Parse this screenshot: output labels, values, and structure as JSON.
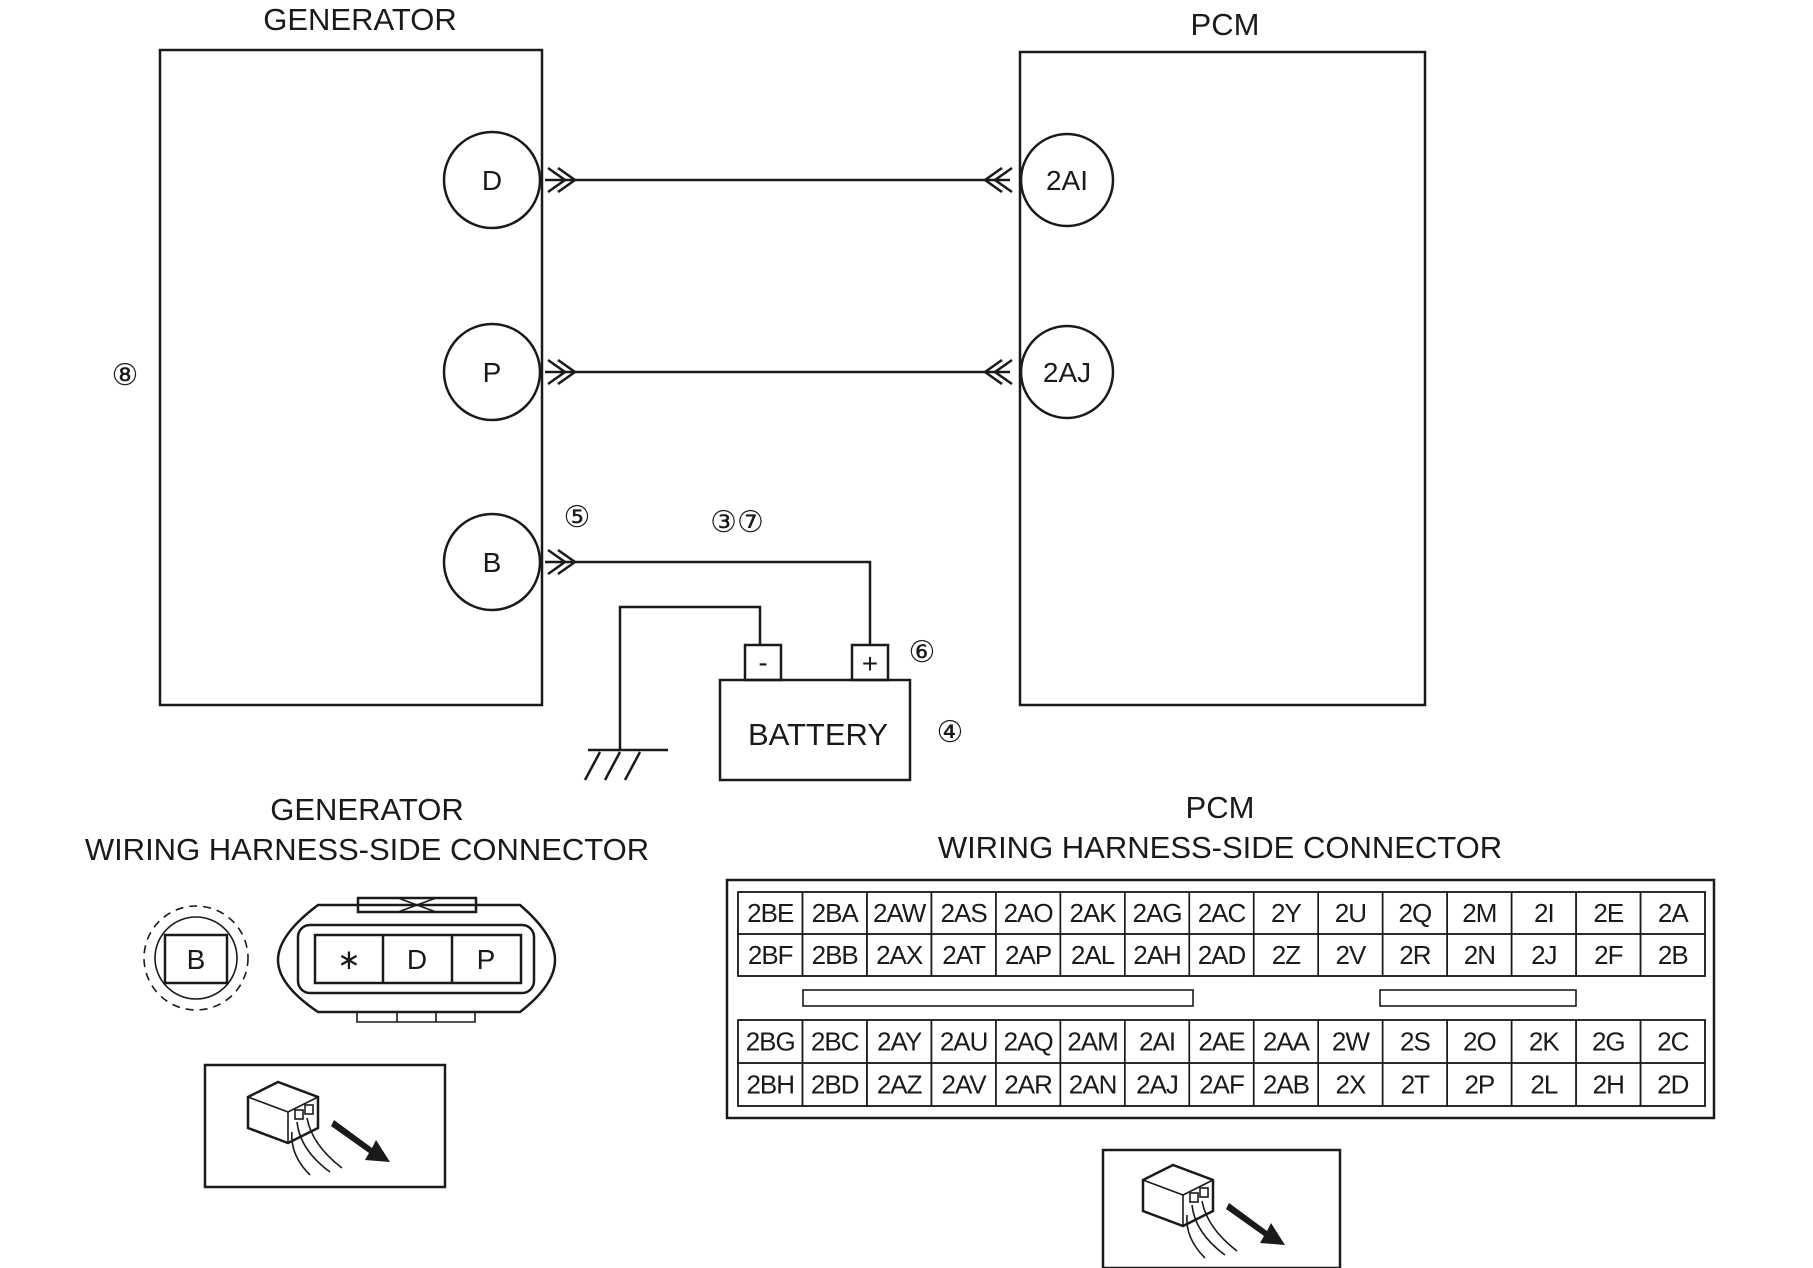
{
  "wiring": {
    "generator_title": "GENERATOR",
    "pcm_title": "PCM",
    "generator_pins": [
      "D",
      "P",
      "B"
    ],
    "pcm_pins": [
      "2AI",
      "2AJ"
    ],
    "battery_label": "BATTERY",
    "battery_neg": "-",
    "battery_pos": "+",
    "callouts": {
      "generator_body": "⑧",
      "terminal_b": "⑤",
      "harness_b": "③⑦",
      "battery_pos": "⑥",
      "battery": "④"
    }
  },
  "gen_connector": {
    "title_line1": "GENERATOR",
    "title_line2": "WIRING HARNESS-SIDE CONNECTOR",
    "single_pin": "B",
    "pins": [
      "∗",
      "D",
      "P"
    ]
  },
  "pcm_connector": {
    "title_line1": "PCM",
    "title_line2": "WIRING HARNESS-SIDE CONNECTOR",
    "rows": [
      [
        "2BE",
        "2BA",
        "2AW",
        "2AS",
        "2AO",
        "2AK",
        "2AG",
        "2AC",
        "2Y",
        "2U",
        "2Q",
        "2M",
        "2I",
        "2E",
        "2A"
      ],
      [
        "2BF",
        "2BB",
        "2AX",
        "2AT",
        "2AP",
        "2AL",
        "2AH",
        "2AD",
        "2Z",
        "2V",
        "2R",
        "2N",
        "2J",
        "2F",
        "2B"
      ],
      [
        "2BG",
        "2BC",
        "2AY",
        "2AU",
        "2AQ",
        "2AM",
        "2AI",
        "2AE",
        "2AA",
        "2W",
        "2S",
        "2O",
        "2K",
        "2G",
        "2C"
      ],
      [
        "2BH",
        "2BD",
        "2AZ",
        "2AV",
        "2AR",
        "2AN",
        "2AJ",
        "2AF",
        "2AB",
        "2X",
        "2T",
        "2P",
        "2L",
        "2H",
        "2D"
      ]
    ]
  }
}
